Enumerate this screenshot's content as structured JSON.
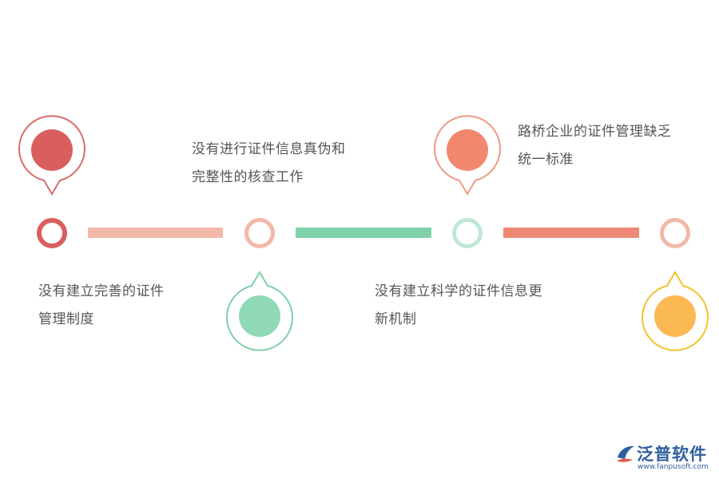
{
  "steps": [
    {
      "text": [
        "没有建立完善的证件",
        "管理制度"
      ],
      "color": "#d95f5f",
      "pin_side": "top",
      "text_side": "bottom"
    },
    {
      "text": [
        "没有进行证件信息真伪和",
        "完整性的核查工作"
      ],
      "color": "#8fd9b6",
      "pin_side": "bottom",
      "text_side": "top"
    },
    {
      "text": [
        "路桥企业的证件管理缺乏",
        "统一标准"
      ],
      "color": "#f0876e",
      "pin_side": "top",
      "text_side": "top"
    },
    {
      "text": [
        "没有建立科学的证件信息更",
        "新机制"
      ],
      "color": "#fbb954",
      "pin_side": "bottom",
      "text_side": "bottom"
    }
  ],
  "connectors": [
    {
      "color": "#f2b8a8"
    },
    {
      "color": "#7fd1ab"
    },
    {
      "color": "#ec8873"
    }
  ],
  "logo": {
    "name": "泛普软件",
    "url": "www.fanpusoft.com",
    "icon": "fanpu-logo-icon"
  }
}
